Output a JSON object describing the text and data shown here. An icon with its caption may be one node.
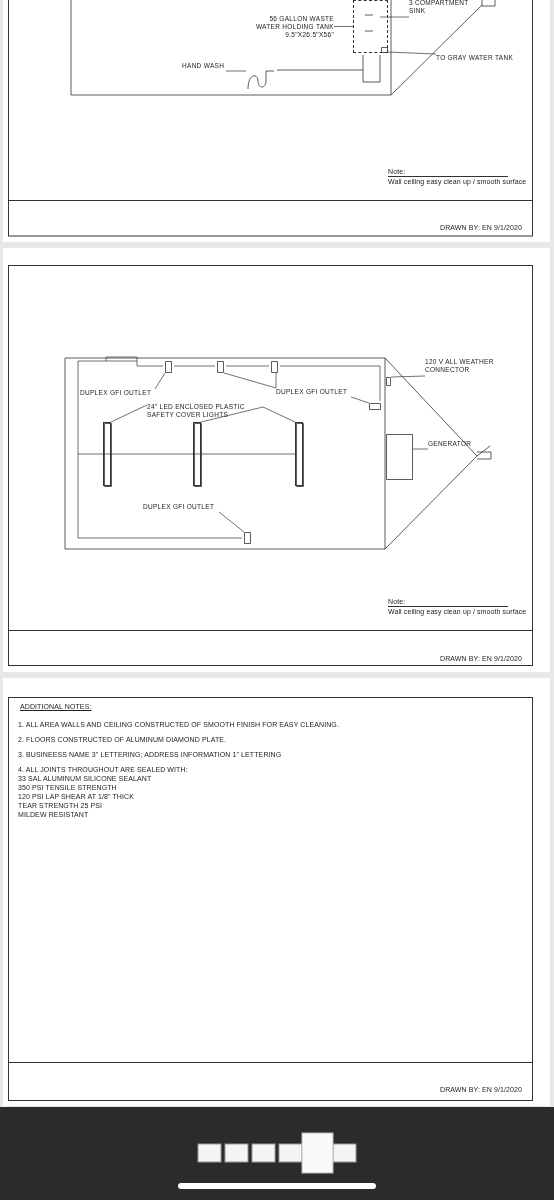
{
  "diagram": {
    "nodes": [
      {
        "text": [
          "3 COMPARTMENT SINK"
        ]
      },
      {
        "text": [],
        "shape": "box",
        "in": 3
      },
      {
        "text": [
          "56 GALLON WASTE WATER HOLDING TANK",
          "9.5\"X26.5\"X56\""
        ]
      },
      {
        "text": [],
        "shape": "box"
      },
      {
        "text": [
          "HAND WASH"
        ]
      },
      {
        "text": [],
        "shape": "picture"
      },
      {
        "text": [
          "TO GRAY WATER TANK"
        ]
      },
      {
        "text": [],
        "shape": "box",
        "in": 3
      },
      {
        "text": [
          "120 V ALL WEATHER CONNECTOR"
        ]
      },
      {
        "text": [],
        "shape": "box"
      },
      {
        "text": [
          "DUPLEX GFI OUTLET"
        ]
      },
      {
        "text": [],
        "shape": "box"
      },
      {
        "text": [
          "DUPLEX GFI OUTLET"
        ]
      },
      {
        "text": [],
        "shape": "box"
      },
      {
        "text": [],
        "shape": "box"
      },
      {
        "text": [],
        "shape": "box"
      },
      {
        "text": [
          "24\" LED ENCLOSED PLASTIC SAFETY COVER LIGHTS"
        ]
      },
      {
        "text": [],
        "shape": "bar"
      },
      {
        "text": [],
        "shape": "bar"
      },
      {
        "text": [],
        "shape": "bar"
      },
      {
        "text": [
          "GENERATOR"
        ]
      },
      {
        "text": [],
        "shape": "box"
      },
      {
        "text": [
          "DUPLEX GFI OUTLET"
        ]
      },
      {
        "text": [],
        "shape": "box"
      }
    ],
    "edges": [
      {
        "from": 0,
        "to": 1,
        "arrow": "none"
      },
      {
        "from": 2,
        "to": 3,
        "arrow": "none"
      },
      {
        "from": 4,
        "to": 5,
        "arrow": "none"
      },
      {
        "from": 6,
        "to": 7,
        "arrow": "none"
      },
      {
        "from": 8,
        "to": 9,
        "arrow": "none"
      },
      {
        "from": 10,
        "to": 11,
        "arrow": "none"
      },
      {
        "from": 12,
        "to": 13,
        "arrow": "none"
      },
      {
        "from": 12,
        "to": 14,
        "arrow": "none"
      },
      {
        "from": 12,
        "to": 15,
        "arrow": "none"
      },
      {
        "from": 16,
        "to": 17,
        "arrow": "none"
      },
      {
        "from": 16,
        "to": 18,
        "arrow": "none"
      },
      {
        "from": 16,
        "to": 19,
        "arrow": "none"
      },
      {
        "from": 20,
        "to": 21,
        "arrow": "none"
      },
      {
        "from": 22,
        "to": 23,
        "arrow": "none"
      }
    ],
    "labels": [
      "Note:",
      "Wall ceiling easy clean up / smooth surface",
      "DRAWN BY: EN 9/1/2020",
      "Note:",
      "Wall ceiling easy clean up / smooth surface",
      "DRAWN BY: EN 9/1/2020",
      "ADDITIONAL NOTES:",
      "1. ALL AREA WALLS AND CEILING CONSTRUCTED OF SMOOTH FINISH FOR EASY CLEANING.",
      "2. FLOORS CONSTRUCTED OF ALUMINUM DIAMOND PLATE.",
      "3. BUSINEESS NAME 3\" LETTERING; ADDRESS INFORMATION 1\" LETTERING",
      "4. ALL JOINTS THROUGHOUT ARE SEALED WITH:",
      "33 SAL ALUMINUM SILICONE SEALANT",
      "350 PSI TENSILE STRENGTH",
      "120 PSI LAP SHEAR AT 1/8\" THICK",
      "TEAR STRENGTH 25 PSI",
      "MILDEW RESISTANT",
      "DRAWN BY: EN 9/1/2020"
    ]
  }
}
